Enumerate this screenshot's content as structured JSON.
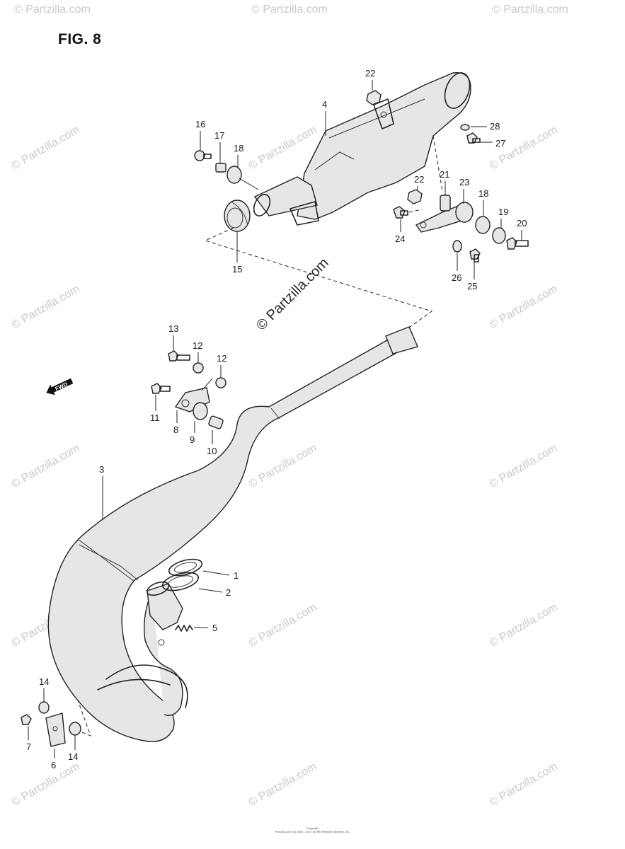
{
  "figure": {
    "title": "FIG. 8"
  },
  "watermark": {
    "text": "© Partzilla.com"
  },
  "fwd_label": "FWD",
  "copyright": {
    "line1": "Copyright",
    "line2": "Partzilla.com (C) 2004 - 2017 by ARI Network Services, Inc."
  },
  "callouts": [
    {
      "id": "c1",
      "label": "1"
    },
    {
      "id": "c2",
      "label": "2"
    },
    {
      "id": "c3",
      "label": "3"
    },
    {
      "id": "c4",
      "label": "4"
    },
    {
      "id": "c5",
      "label": "5"
    },
    {
      "id": "c6",
      "label": "6"
    },
    {
      "id": "c7",
      "label": "7"
    },
    {
      "id": "c8",
      "label": "8"
    },
    {
      "id": "c9",
      "label": "9"
    },
    {
      "id": "c10",
      "label": "10"
    },
    {
      "id": "c11",
      "label": "11"
    },
    {
      "id": "c12a",
      "label": "12"
    },
    {
      "id": "c12b",
      "label": "12"
    },
    {
      "id": "c13",
      "label": "13"
    },
    {
      "id": "c14a",
      "label": "14"
    },
    {
      "id": "c14b",
      "label": "14"
    },
    {
      "id": "c15",
      "label": "15"
    },
    {
      "id": "c16",
      "label": "16"
    },
    {
      "id": "c17",
      "label": "17"
    },
    {
      "id": "c18a",
      "label": "18"
    },
    {
      "id": "c18b",
      "label": "18"
    },
    {
      "id": "c19",
      "label": "19"
    },
    {
      "id": "c20",
      "label": "20"
    },
    {
      "id": "c21",
      "label": "21"
    },
    {
      "id": "c22a",
      "label": "22"
    },
    {
      "id": "c22b",
      "label": "22"
    },
    {
      "id": "c23",
      "label": "23"
    },
    {
      "id": "c24",
      "label": "24"
    },
    {
      "id": "c25",
      "label": "25"
    },
    {
      "id": "c26",
      "label": "26"
    },
    {
      "id": "c27",
      "label": "27"
    },
    {
      "id": "c28",
      "label": "28"
    }
  ]
}
